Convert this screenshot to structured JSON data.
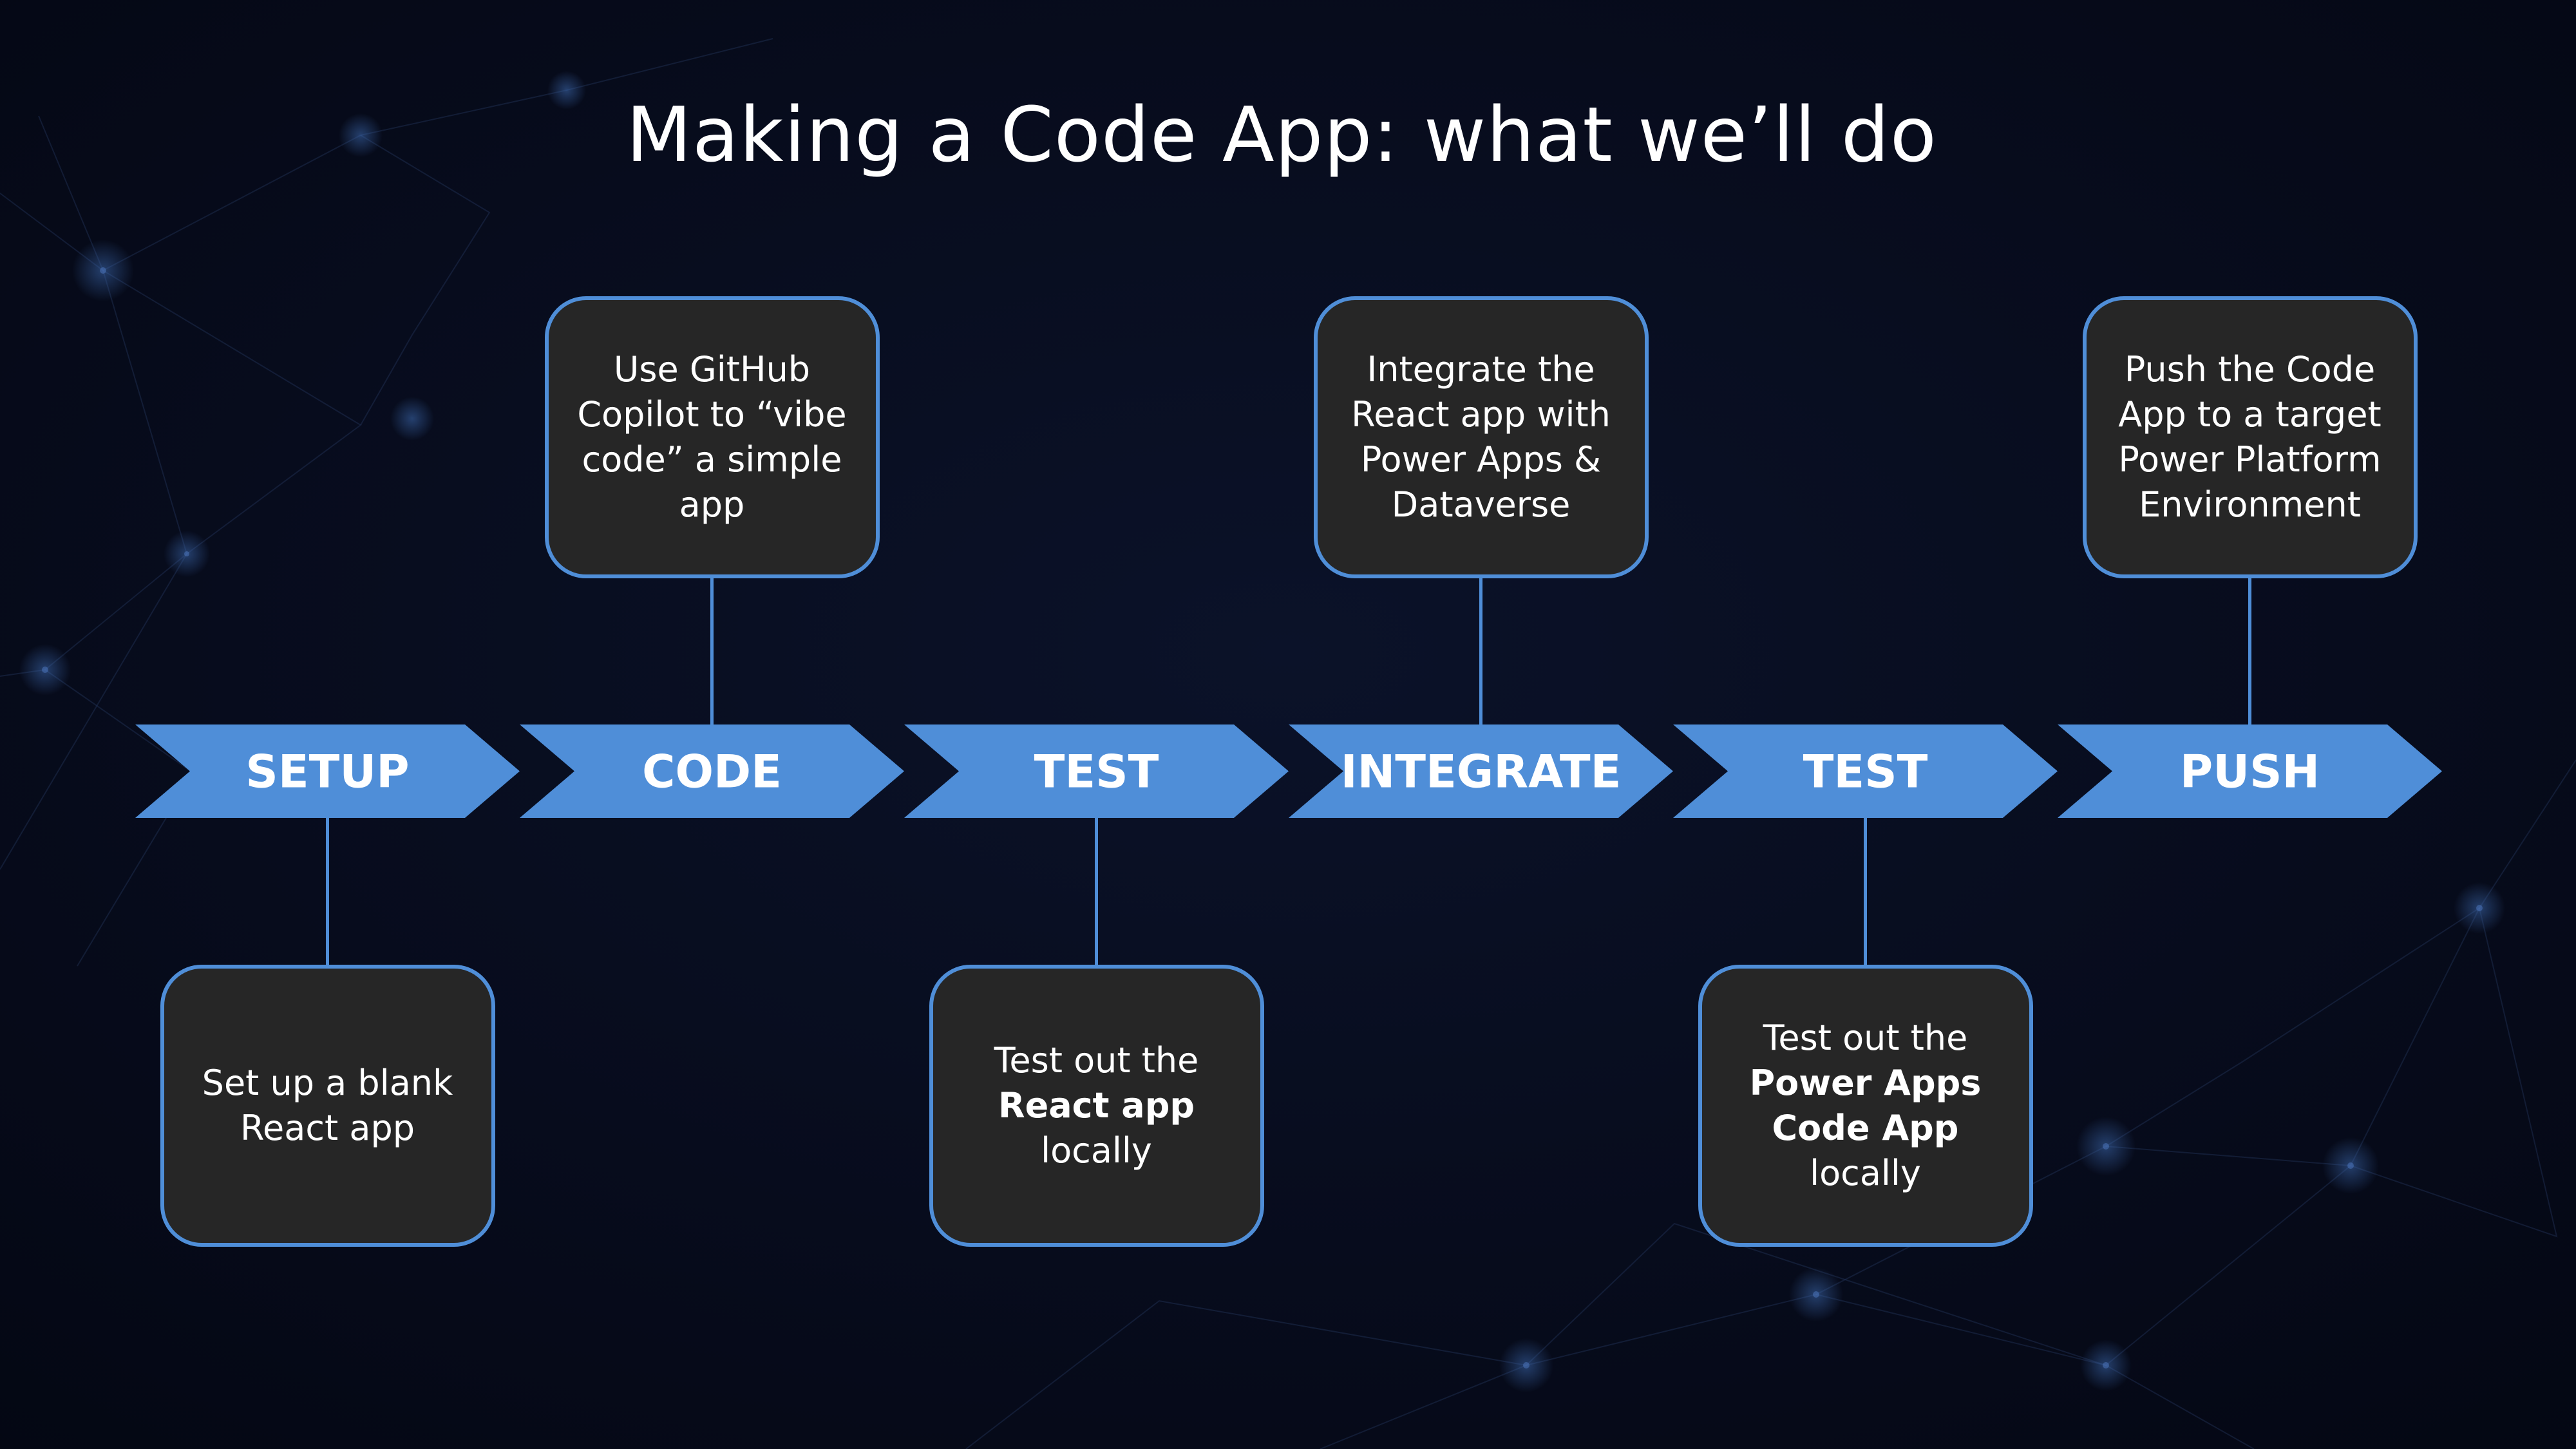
{
  "title": "Making a Code App: what we’ll do",
  "colors": {
    "background": "#060a18",
    "chevron": "#4f8ed8",
    "card_fill": "#262626",
    "card_border": "#4f8ed8",
    "connector": "#4f8ed8",
    "text": "#ffffff"
  },
  "steps": [
    {
      "label": "SETUP",
      "note": {
        "position": "below",
        "lines": [
          {
            "text": "Set up a blank",
            "bold": false
          },
          {
            "text": "React app",
            "bold": false
          }
        ]
      }
    },
    {
      "label": "CODE",
      "note": {
        "position": "above",
        "lines": [
          {
            "text": "Use GitHub",
            "bold": false
          },
          {
            "text": "Copilot to “vibe",
            "bold": false
          },
          {
            "text": "code” a simple",
            "bold": false
          },
          {
            "text": "app",
            "bold": false
          }
        ]
      }
    },
    {
      "label": "TEST",
      "note": {
        "position": "below",
        "lines": [
          {
            "text": "Test out the",
            "bold": false
          },
          {
            "text": "React app",
            "bold": true
          },
          {
            "text": "locally",
            "bold": false
          }
        ]
      }
    },
    {
      "label": "INTEGRATE",
      "note": {
        "position": "above",
        "lines": [
          {
            "text": "Integrate the",
            "bold": false
          },
          {
            "text": "React app with",
            "bold": false
          },
          {
            "text": "Power Apps &",
            "bold": false
          },
          {
            "text": "Dataverse",
            "bold": false
          }
        ]
      }
    },
    {
      "label": "TEST",
      "note": {
        "position": "below",
        "lines": [
          {
            "text": "Test out the",
            "bold": false
          },
          {
            "text": "Power Apps",
            "bold": true
          },
          {
            "text": "Code App",
            "bold": true
          },
          {
            "text": "locally",
            "bold": false
          }
        ]
      }
    },
    {
      "label": "PUSH",
      "note": {
        "position": "above",
        "lines": [
          {
            "text": "Push the Code",
            "bold": false
          },
          {
            "text": "App to a target",
            "bold": false
          },
          {
            "text": "Power Platform",
            "bold": false
          },
          {
            "text": "Environment",
            "bold": false
          }
        ]
      }
    }
  ]
}
